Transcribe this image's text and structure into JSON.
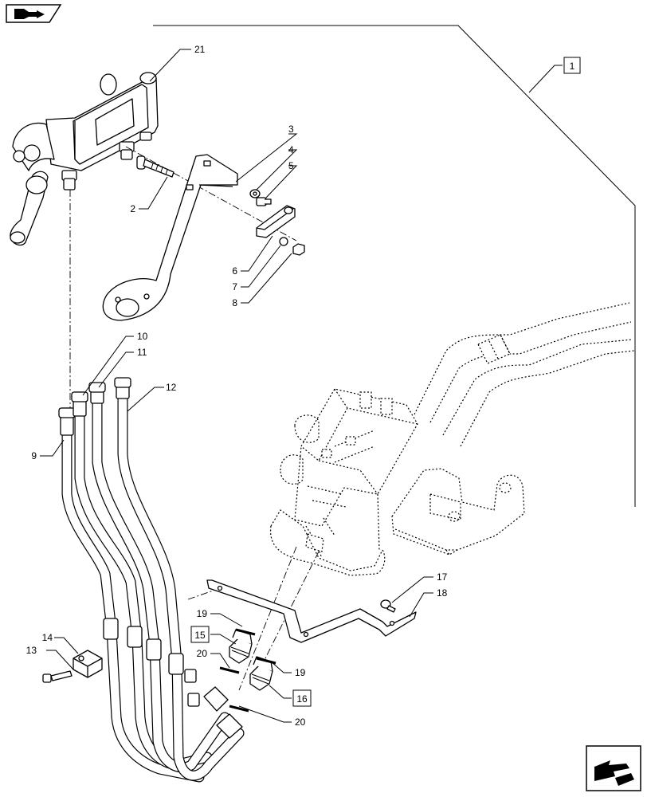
{
  "icons": {
    "top_left": "book-arrow-icon",
    "bottom_right": "next-page-arrow-icon"
  },
  "callouts": [
    {
      "id": "1",
      "text": "1",
      "boxed": true
    },
    {
      "id": "2",
      "text": "2",
      "boxed": false
    },
    {
      "id": "3",
      "text": "3",
      "boxed": false
    },
    {
      "id": "4",
      "text": "4",
      "boxed": false
    },
    {
      "id": "5",
      "text": "5",
      "boxed": false
    },
    {
      "id": "6",
      "text": "6",
      "boxed": false
    },
    {
      "id": "7",
      "text": "7",
      "boxed": false
    },
    {
      "id": "8",
      "text": "8",
      "boxed": false
    },
    {
      "id": "9",
      "text": "9",
      "boxed": false
    },
    {
      "id": "10",
      "text": "10",
      "boxed": false
    },
    {
      "id": "11",
      "text": "11",
      "boxed": false
    },
    {
      "id": "12",
      "text": "12",
      "boxed": false
    },
    {
      "id": "13",
      "text": "13",
      "boxed": false
    },
    {
      "id": "14",
      "text": "14",
      "boxed": false
    },
    {
      "id": "15",
      "text": "15",
      "boxed": true
    },
    {
      "id": "16",
      "text": "16",
      "boxed": true
    },
    {
      "id": "17",
      "text": "17",
      "boxed": false
    },
    {
      "id": "18",
      "text": "18",
      "boxed": false
    },
    {
      "id": "19a",
      "text": "19",
      "boxed": false
    },
    {
      "id": "19b",
      "text": "19",
      "boxed": false
    },
    {
      "id": "20a",
      "text": "20",
      "boxed": false
    },
    {
      "id": "20b",
      "text": "20",
      "boxed": false
    },
    {
      "id": "21",
      "text": "21",
      "boxed": false
    }
  ]
}
